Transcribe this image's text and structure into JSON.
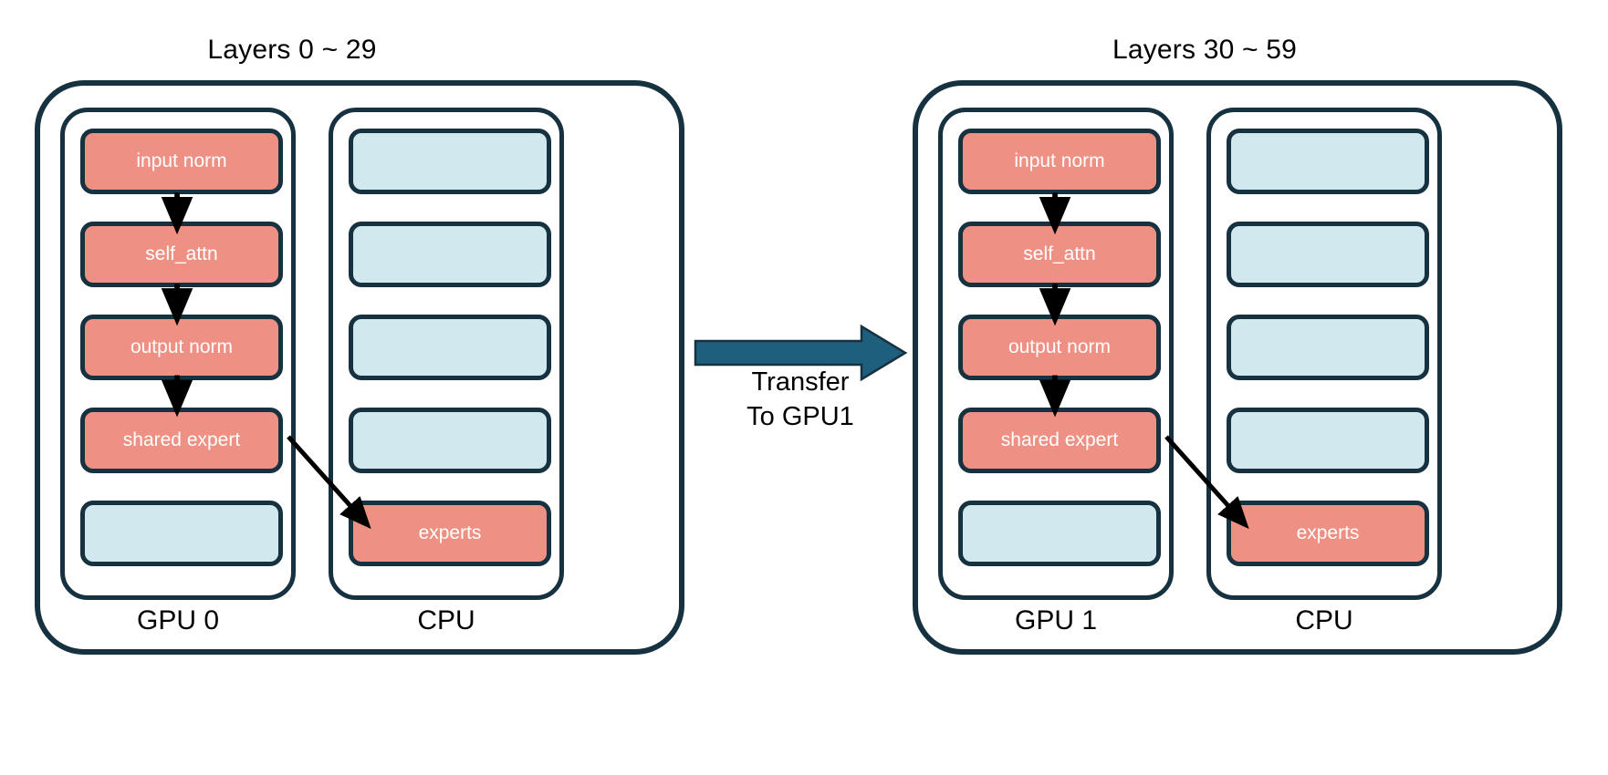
{
  "diagram": {
    "title_left": "Layers 0 ~ 29",
    "title_right": "Layers 30 ~ 59",
    "transfer": {
      "label": "Transfer\nTo GPU1",
      "arrow_color": "#1F5F7E"
    },
    "colors": {
      "active_block": "#EE9184",
      "inactive_block": "#D2E8EF",
      "outline": "#16313F",
      "block_text": "#FFFFFF",
      "label_text": "#000000",
      "background": "#FFFFFF"
    },
    "groups": [
      {
        "id": "group-left",
        "title": "Layers 0 ~ 29",
        "gpu": {
          "label": "GPU 0",
          "blocks": [
            {
              "label": "input norm",
              "state": "active"
            },
            {
              "label": "self_attn",
              "state": "active"
            },
            {
              "label": "output norm",
              "state": "active"
            },
            {
              "label": "shared expert",
              "state": "active"
            },
            {
              "label": "",
              "state": "inactive"
            }
          ]
        },
        "cpu": {
          "label": "CPU",
          "blocks": [
            {
              "label": "",
              "state": "inactive"
            },
            {
              "label": "",
              "state": "inactive"
            },
            {
              "label": "",
              "state": "inactive"
            },
            {
              "label": "",
              "state": "inactive"
            },
            {
              "label": "experts",
              "state": "active"
            }
          ]
        }
      },
      {
        "id": "group-right",
        "title": "Layers 30 ~ 59",
        "gpu": {
          "label": "GPU 1",
          "blocks": [
            {
              "label": "input norm",
              "state": "active"
            },
            {
              "label": "self_attn",
              "state": "active"
            },
            {
              "label": "output norm",
              "state": "active"
            },
            {
              "label": "shared expert",
              "state": "active"
            },
            {
              "label": "",
              "state": "inactive"
            }
          ]
        },
        "cpu": {
          "label": "CPU",
          "blocks": [
            {
              "label": "",
              "state": "inactive"
            },
            {
              "label": "",
              "state": "inactive"
            },
            {
              "label": "",
              "state": "inactive"
            },
            {
              "label": "",
              "state": "inactive"
            },
            {
              "label": "experts",
              "state": "active"
            }
          ]
        }
      }
    ]
  }
}
